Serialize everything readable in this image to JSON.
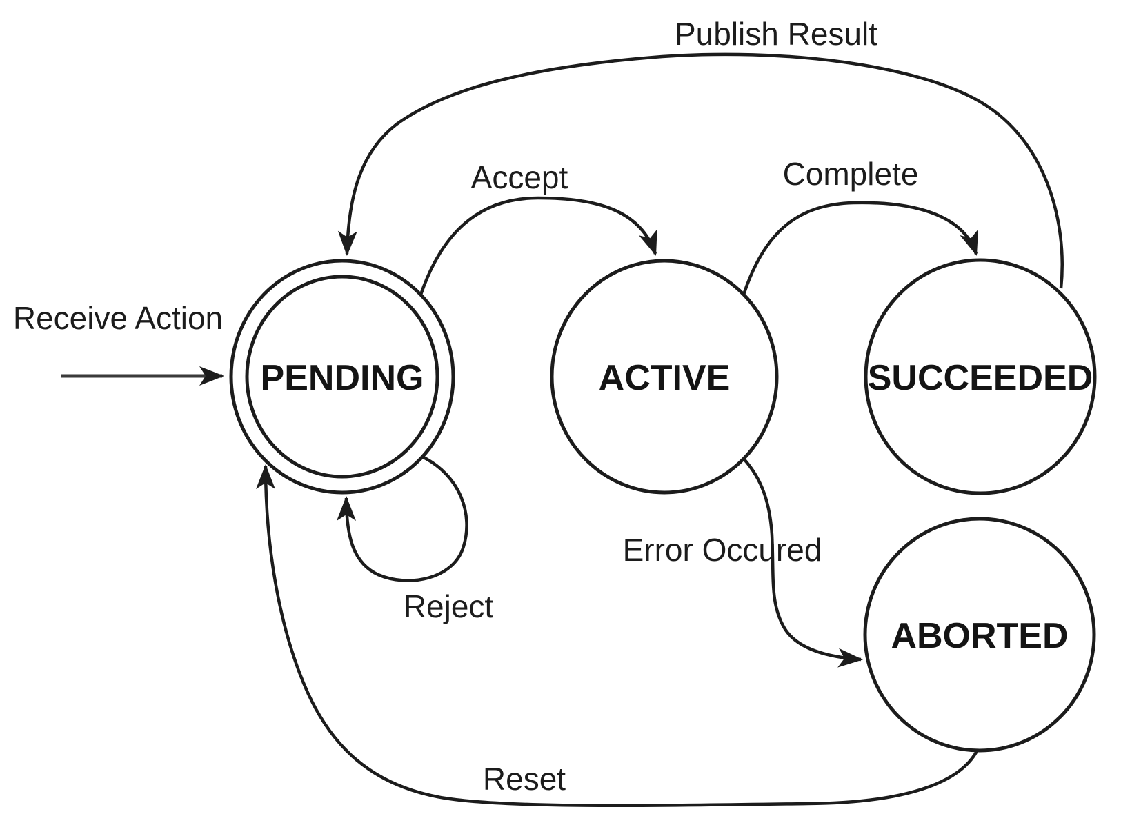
{
  "diagram": {
    "background": "#ffffff",
    "line_color": "#1c1c1c",
    "states": {
      "pending": {
        "label": "PENDING",
        "shape": "double-circle"
      },
      "active": {
        "label": "ACTIVE",
        "shape": "circle"
      },
      "succeeded": {
        "label": "SUCCEEDED",
        "shape": "circle"
      },
      "aborted": {
        "label": "ABORTED",
        "shape": "circle"
      }
    },
    "transitions": {
      "receive_action": {
        "label": "Receive Action",
        "from": "start",
        "to": "pending",
        "label_color": "#3d98f4"
      },
      "accept": {
        "label": "Accept",
        "from": "pending",
        "to": "active"
      },
      "complete": {
        "label": "Complete",
        "from": "active",
        "to": "succeeded"
      },
      "publish_result": {
        "label": "Publish Result",
        "from": "succeeded",
        "to": "pending"
      },
      "reject": {
        "label": "Reject",
        "from": "pending",
        "to": "pending"
      },
      "error_occured": {
        "label": "Error Occured",
        "from": "active",
        "to": "aborted"
      },
      "reset": {
        "label": "Reset",
        "from": "aborted",
        "to": "pending"
      }
    }
  }
}
